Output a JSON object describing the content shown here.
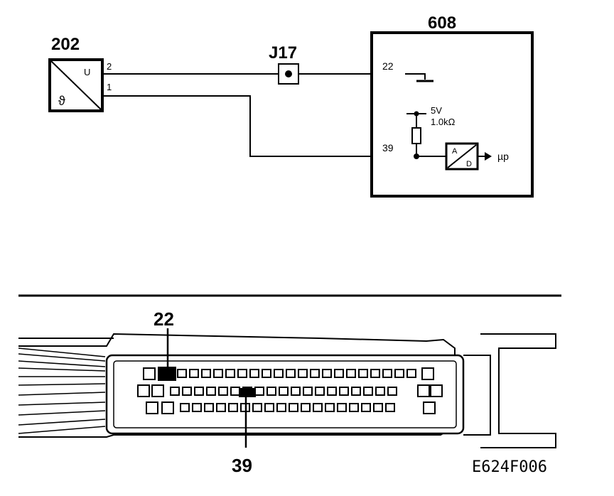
{
  "sensor": {
    "id": "202",
    "top_symbol": "U",
    "bottom_symbol": "ϑ",
    "pin_top": "2",
    "pin_bottom": "1"
  },
  "junction": {
    "id": "J17"
  },
  "ecu": {
    "id": "608",
    "ground_pin": "22",
    "signal_pin": "39",
    "supply_voltage": "5V",
    "pullup_resistor": "1.0kΩ",
    "adc_top": "A",
    "adc_bottom": "D",
    "output_label": "µp"
  },
  "connector": {
    "highlight_pin_upper": "22",
    "highlight_pin_lower": "39",
    "row_counts": [
      20,
      19,
      18
    ]
  },
  "figure_code": "E624F006"
}
